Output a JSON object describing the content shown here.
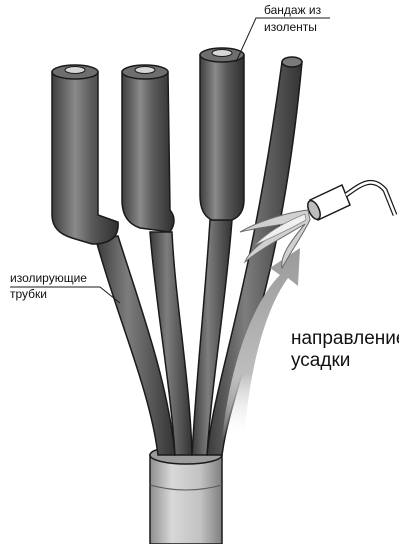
{
  "labels": {
    "tape_bandage_line1": "бандаж из",
    "tape_bandage_line2": "изоленты",
    "insulating_tubes_line1": "изолирующие",
    "insulating_tubes_line2": "трубки",
    "shrink_direction_line1": "направление",
    "shrink_direction_line2": "усадки"
  },
  "colors": {
    "tube_dark": "#4a4a4a",
    "tube_mid": "#6b6b6b",
    "tube_light": "#9a9a9a",
    "sheath": "#bdbdbd",
    "arrow": "#a8a8a8",
    "outline": "#1a1a1a"
  }
}
